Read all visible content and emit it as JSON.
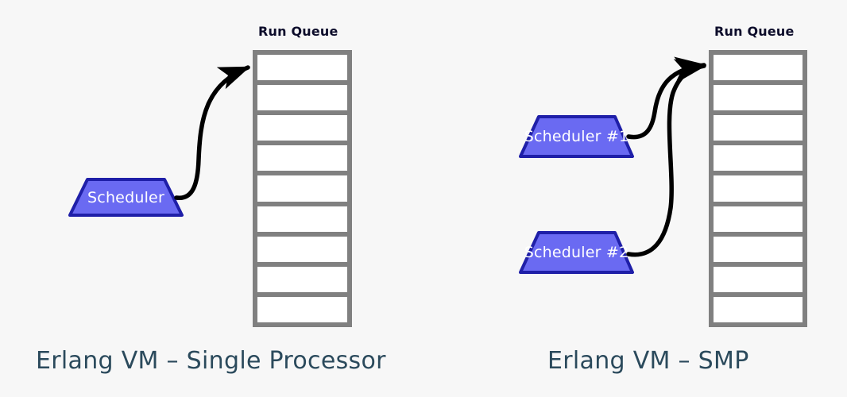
{
  "background_color": "#f7f7f7",
  "palette": {
    "scheduler_fill": "#6a6af2",
    "scheduler_stroke": "#1f1fa8",
    "scheduler_text": "#ffffff",
    "queue_border": "#808080",
    "queue_cell_fill": "#ffffff",
    "queue_title_text": "#0d0d2b",
    "arrow_color": "#000000",
    "caption_text": "#2b4a5c"
  },
  "panels": [
    {
      "id": "single-processor",
      "caption": "Erlang VM – Single Processor",
      "queue": {
        "title": "Run Queue",
        "cell_count": 9,
        "cells": [
          "",
          "",
          "",
          "",
          "",
          "",
          "",
          "",
          ""
        ]
      },
      "schedulers": [
        {
          "id": "scheduler",
          "label": "Scheduler"
        }
      ],
      "arrows": [
        {
          "from": "scheduler",
          "to": "run-queue-head",
          "style": "curved-arrow"
        }
      ]
    },
    {
      "id": "smp",
      "caption": "Erlang VM – SMP",
      "queue": {
        "title": "Run Queue",
        "cell_count": 9,
        "cells": [
          "",
          "",
          "",
          "",
          "",
          "",
          "",
          "",
          ""
        ]
      },
      "schedulers": [
        {
          "id": "scheduler-1",
          "label": "Scheduler #1"
        },
        {
          "id": "scheduler-2",
          "label": "Scheduler #2"
        }
      ],
      "arrows": [
        {
          "from": "scheduler-1",
          "to": "run-queue-head",
          "style": "curved-arrow"
        },
        {
          "from": "scheduler-2",
          "to": "run-queue-head",
          "style": "curved-arrow"
        }
      ]
    }
  ]
}
